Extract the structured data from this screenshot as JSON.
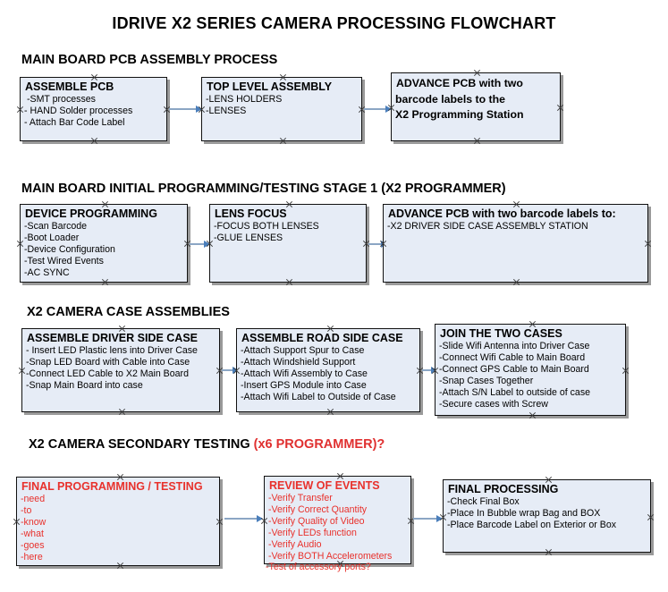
{
  "document": {
    "title": "IDRIVE X2  SERIES CAMERA PROCESSING FLOWCHART"
  },
  "colors": {
    "box_fill": "#e6ecf6",
    "box_border": "#111111",
    "connector": "#8ba6c4",
    "accent_red": "#e8312c",
    "text": "#000000"
  },
  "sections": [
    {
      "id": "main-board-pcb-assembly",
      "heading": "MAIN BOARD PCB ASSEMBLY PROCESS",
      "heading_accent": "",
      "boxes": [
        {
          "id": "assemble-pcb",
          "title": "ASSEMBLE PCB",
          "lines": [
            "-SMT processes",
            "- HAND Solder processes",
            "- Attach Bar Code Label"
          ]
        },
        {
          "id": "top-level-assembly",
          "title": "TOP LEVEL ASSEMBLY",
          "lines": [
            "-LENS HOLDERS",
            "-LENSES"
          ]
        },
        {
          "id": "advance-pcb-to-x2-programming-station",
          "title": "ADVANCE PCB with two",
          "lines": [
            "barcode labels to the",
            " X2 Programming Station"
          ]
        }
      ]
    },
    {
      "id": "main-board-initial-programming",
      "heading": "MAIN BOARD INITIAL PROGRAMMING/TESTING STAGE 1 (X2 PROGRAMMER)",
      "heading_accent": "",
      "boxes": [
        {
          "id": "device-programming",
          "title": "DEVICE PROGRAMMING",
          "lines": [
            "-Scan Barcode",
            "-Boot Loader",
            "-Device Configuration",
            "-Test Wired Events",
            "-AC SYNC"
          ]
        },
        {
          "id": "lens-focus",
          "title": "LENS FOCUS",
          "lines": [
            "-FOCUS BOTH LENSES",
            "-GLUE LENSES"
          ]
        },
        {
          "id": "advance-pcb-to-driver-side-case-assembly",
          "title": "ADVANCE PCB with two barcode labels to:",
          "lines": [
            "-X2 DRIVER  SIDE  CASE  ASSEMBLY STATION"
          ]
        }
      ]
    },
    {
      "id": "x2-camera-case-assemblies",
      "heading": "X2 CAMERA CASE ASSEMBLIES",
      "heading_accent": "",
      "boxes": [
        {
          "id": "assemble-driver-side-case",
          "title": "ASSEMBLE DRIVER SIDE CASE",
          "lines": [
            "- Insert LED Plastic lens into Driver Case",
            "-Snap LED Board with Cable into Case",
            "-Connect LED Cable to X2 Main Board",
            "-Snap Main Board into case"
          ]
        },
        {
          "id": "assemble-road-side-case",
          "title": "ASSEMBLE ROAD SIDE CASE",
          "lines": [
            "-Attach Support Spur to Case",
            "-Attach Windshield Support",
            "-Attach Wifi Assembly to Case",
            "-Insert GPS Module into Case",
            "-Attach Wifi Label to Outside of Case"
          ]
        },
        {
          "id": "join-the-two-cases",
          "title": "JOIN THE TWO CASES",
          "lines": [
            "-Slide Wifi Antenna into Driver Case",
            "-Connect Wifi Cable to Main Board",
            "-Connect GPS Cable to Main Board",
            "-Snap Cases Together",
            "-Attach S/N Label to outside of case",
            "-Secure cases with Screw"
          ]
        }
      ]
    },
    {
      "id": "x2-camera-secondary-testing",
      "heading": "X2 CAMERA SECONDARY TESTING ",
      "heading_accent": "(x6 PROGRAMMER)?",
      "boxes": [
        {
          "id": "final-programming-testing",
          "title": "FINAL PROGRAMMING / TESTING",
          "lines": [
            "-need",
            "-to",
            "-know",
            "-what",
            "-goes",
            "-here"
          ]
        },
        {
          "id": "review-of-events",
          "title": "REVIEW OF EVENTS",
          "lines": [
            "-Verify Transfer",
            "-Verify Correct Quantity",
            "-Verify Quality of Video",
            "-Verify LEDs function",
            "-Verify Audio",
            "-Verify BOTH Accelerometers"
          ],
          "overflow_line": "-Test of accessory ports?"
        },
        {
          "id": "final-processing",
          "title": "FINAL PROCESSING",
          "lines": [
            " -Check Final Box",
            "-Place In Bubble wrap Bag and BOX",
            "-Place Barcode Label on Exterior or Box"
          ]
        }
      ]
    }
  ]
}
